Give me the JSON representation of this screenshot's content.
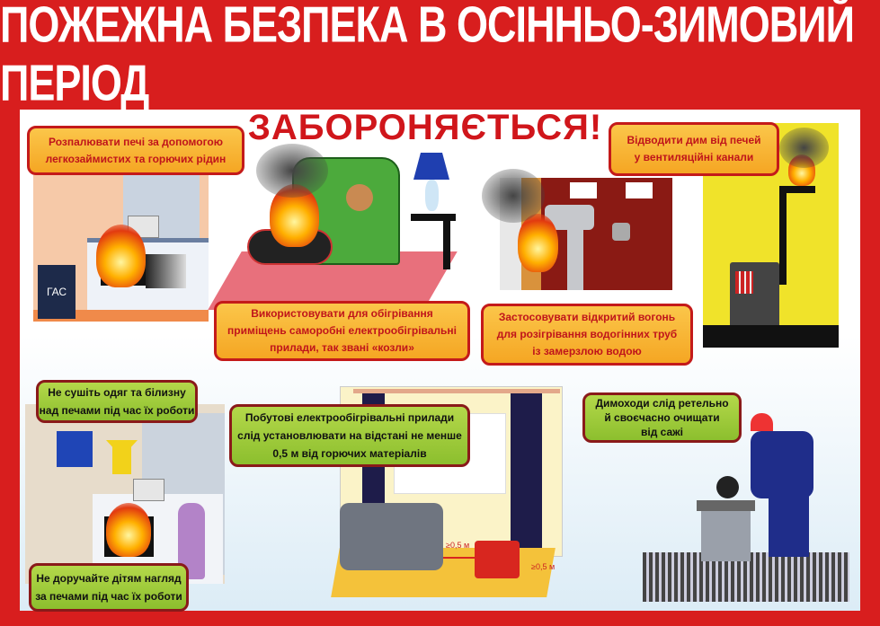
{
  "title": "ПОЖЕЖНА БЕЗПЕКА В ОСІННЬО-ЗИМОВИЙ ПЕРІОД",
  "heading": "ЗАБОРОНЯЄТЬСЯ!",
  "prohibited": [
    {
      "lines": [
        "Розпалювати печі за допомогою",
        "легкозаймистих та горючих рідин"
      ]
    },
    {
      "lines": [
        "Використовувати для обігрівання",
        "приміщень саморобні електрообігрівальні",
        "прилади, так звані «козли»"
      ]
    },
    {
      "lines": [
        "Застосовувати відкритий вогонь",
        "для розігрівання водогінних труб",
        "із замерзлою водою"
      ]
    },
    {
      "lines": [
        "Відводити дим від печей",
        "у вентиляційні канали"
      ]
    }
  ],
  "advice": [
    {
      "lines": [
        "Не сушіть одяг та білизну",
        "над печами під час їх роботи"
      ]
    },
    {
      "lines": [
        "Побутові електрообігрівальні прилади",
        "слід установлювати на відстані не менше",
        "0,5 м від горючих матеріалів"
      ]
    },
    {
      "lines": [
        "Димоходи слід ретельно",
        "й своєчасно очищати",
        "від сажі"
      ]
    },
    {
      "lines": [
        "Не доручайте дітям нагляд",
        "за печами під час їх роботи"
      ]
    }
  ],
  "labels": {
    "canister": "ГАС",
    "distance1": "≥0,5 м",
    "distance2": "≥0,5 м"
  }
}
